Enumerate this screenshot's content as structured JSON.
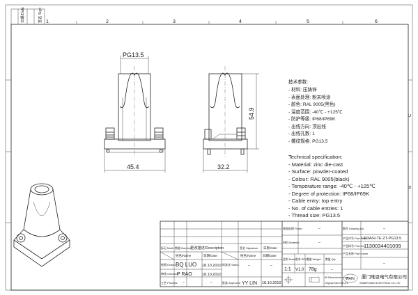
{
  "frame": {
    "column_numbers": [
      "1",
      "2",
      "3",
      "4",
      "5",
      "6"
    ],
    "row_letters": [
      "C",
      "B"
    ],
    "corner_labels": [
      "日期/Date",
      "签名 Sign"
    ]
  },
  "dimensions": {
    "thread": "PG13.5",
    "width_front": "45.4",
    "width_side": "32.2",
    "height": "54.9"
  },
  "spec_cn": {
    "title": "技术参数:",
    "items": [
      "- 材料: 压铸锌",
      "- 表面处理: 粉末喷涂",
      "- 颜色: RAL 9005(黑色)",
      "- 温度范围: -40℃ - +125℃",
      "- 防护等级: IP68/IP69K",
      "- 出线方向: 顶出线",
      "- 出线孔数: 1",
      "- 螺纹规格: PG13.5"
    ]
  },
  "spec_en": {
    "title": "Technical specification:",
    "items": [
      "- Material: zinc die-cast",
      "- Surface: powder-coated",
      "- Colour: RAL 9005(black)",
      "- Temperature range: -40℃ - +125℃",
      "- Degree of protection: IP68/IP69K",
      "- Cable entry: top entry",
      "- No. of cable entries: 1",
      "- Thread size: PG13.5"
    ]
  },
  "title_block": {
    "mark": "标记 Mark",
    "number": "数量 Number",
    "description": "更改描述/Description",
    "signature": "签名 Signature",
    "date": "日期 Date",
    "name_hdr": "姓名/Name",
    "date_hdr": "日期/Date",
    "name_hdr2": "姓名/Name",
    "date_hdr2": "日期/Date",
    "drawn": "绘图 Drawn",
    "drawn_name": "BQ LUO",
    "drawn_date": "18.10.2010",
    "stand": "标准化 Stand.",
    "stand_name": "–",
    "stand_date": "–",
    "checked": "审核 Checked",
    "checked_name": "P RAO",
    "checked_date": "18.10.2010",
    "process": "工艺 Process",
    "process_name": "–",
    "process_date": "–",
    "approved": "批准 Approved",
    "approved_name": "YY LIN",
    "approved_date": "18.10.2010",
    "finish": "表面处理 Finish",
    "finish_value": "–",
    "material": "材料 Material",
    "material_value": "–",
    "scale": "比例 Scale",
    "scale_value": "1:1",
    "rev": "版本 REV.",
    "rev_value": "V1.0",
    "weight": "重量 Weight",
    "weight_value": "78g",
    "qty": "数量 Qty.",
    "qty_value": "–",
    "note1": "All Dimensions in mm",
    "note2": "Original Size DIN A 4",
    "drawing_no": "图号 Drawing No.",
    "drawing_no_value": "–",
    "part_code": "产品代号 Part Code",
    "part_code_value": "HP3A/H-TE-2T-PG13.5",
    "part_no": "产品料号 Part No.",
    "part_no_value": "1130034401009",
    "part_name": "产品名称 Part Name",
    "part_name_value": "–",
    "logo_text": "WAIN",
    "company_cn": "厦门唯恩电气有限公司",
    "company_en": "XIAMEN WAIN ELECTRICAL CO.,LTD"
  }
}
